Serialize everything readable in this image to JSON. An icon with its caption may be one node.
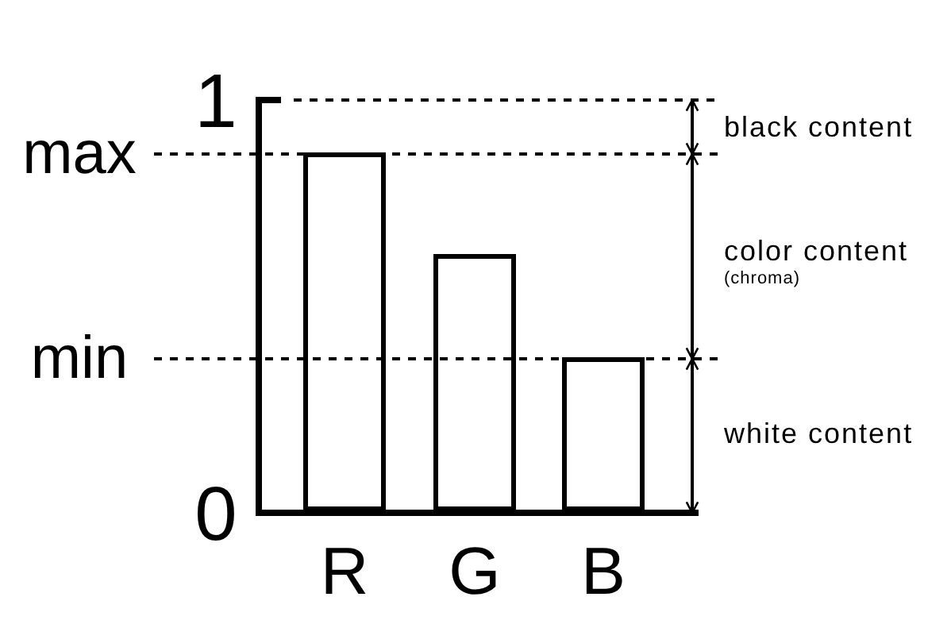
{
  "diagram": {
    "nodes": [
      {
        "text": [],
        "shape": "bar",
        "beside": [
          "R"
        ]
      },
      {
        "text": [],
        "shape": "bar",
        "beside": [
          "G"
        ]
      },
      {
        "text": [],
        "shape": "bar",
        "beside": [
          "B"
        ]
      }
    ],
    "labels": [
      "1",
      "black content",
      "max",
      "color content",
      "(chroma)",
      "min",
      "white content",
      "0"
    ]
  }
}
